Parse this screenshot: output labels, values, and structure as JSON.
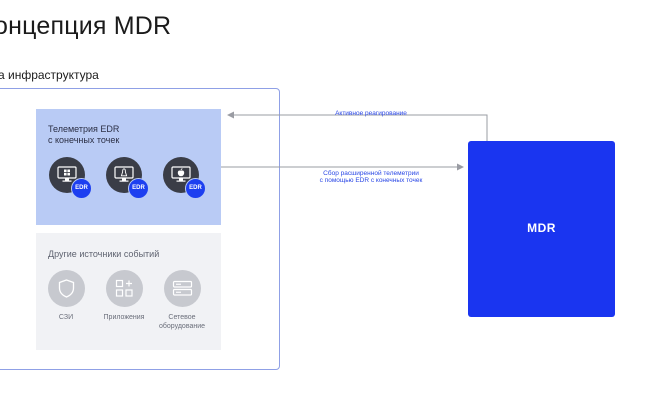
{
  "slide": {
    "title": "онцепция MDR",
    "infra_label": "а инфраструктура"
  },
  "edr_panel": {
    "title_line1": "Телеметрия EDR",
    "title_line2": "с конечных точек",
    "badge_text": "EDR",
    "endpoints": [
      {
        "icon": "windows-icon"
      },
      {
        "icon": "linux-icon"
      },
      {
        "icon": "apple-icon"
      }
    ]
  },
  "other_panel": {
    "title": "Другие источники событий",
    "sources": [
      {
        "icon": "shield-icon",
        "label": "СЗИ"
      },
      {
        "icon": "apps-icon",
        "label": "Приложения"
      },
      {
        "icon": "server-icon",
        "label": "Сетевое оборудование"
      }
    ]
  },
  "mdr": {
    "label": "MDR"
  },
  "arrows": {
    "response_label": "Активное реагирование",
    "telemetry_line1": "Сбор расширенной телеметрии",
    "telemetry_line2": "с помощью EDR с конечных точек"
  },
  "colors": {
    "accent_blue": "#1a35f0",
    "edr_panel_bg": "#b9cbf5",
    "other_panel_bg": "#f1f2f5",
    "infra_border": "#8fa0e6",
    "arrow_gray": "#9a9ca3"
  }
}
